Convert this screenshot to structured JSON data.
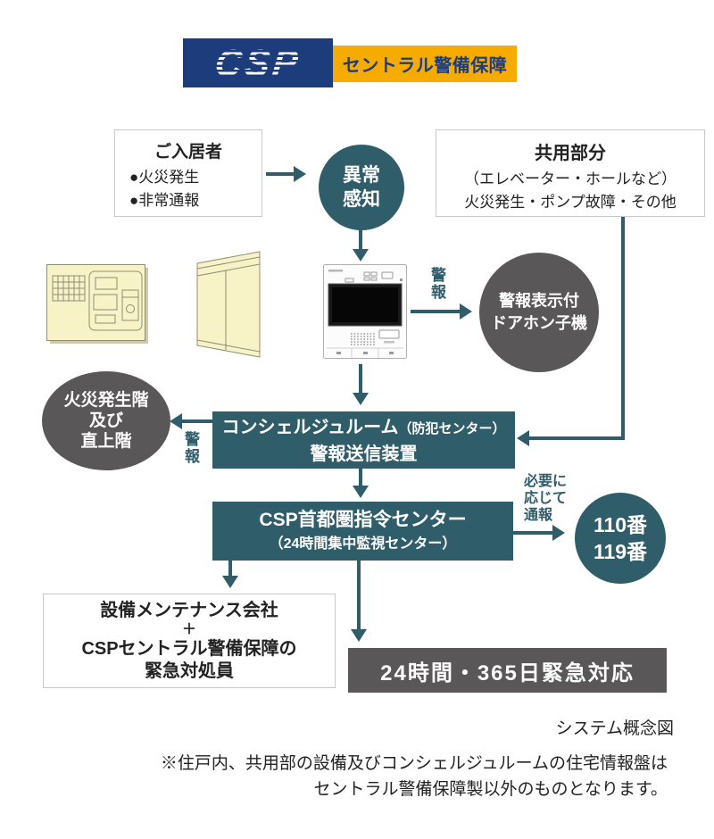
{
  "colors": {
    "teal": "#305d6a",
    "dark_gray": "#595757",
    "logo_navy": "#1d3c7c",
    "logo_yellow": "#f6ab00",
    "panel_yellow": "#f7f3c6"
  },
  "logo": {
    "acronym": "CSP",
    "name": "セントラル警備保障"
  },
  "resident": {
    "title": "ご入居者",
    "items": [
      "●火災発生",
      "●非常通報"
    ]
  },
  "detect": {
    "line1": "異常",
    "line2": "感知"
  },
  "common": {
    "title": "共用部分",
    "line1": "（エレベーター・ホールなど）",
    "line2": "火災発生・ポンプ故障・その他"
  },
  "alarm_doorphone_label": "警報",
  "doorphone": {
    "line1": "警報表示付",
    "line2": "ドアホン子機"
  },
  "fire_floors": {
    "line1": "火災発生階",
    "line2": "及び",
    "line3": "直上階"
  },
  "alarm_floors_label": "警報",
  "concierge": {
    "main": "コンシェルジュルーム",
    "sub": "（防犯センター）",
    "line2": "警報送信装置"
  },
  "command": {
    "line1": "CSP首都圏指令センター",
    "line2": "（24時間集中監視センター）"
  },
  "notify": {
    "line1": "必要に",
    "line2": "応じて",
    "line3": "通報"
  },
  "emergency": {
    "line1": "110番",
    "line2": "119番"
  },
  "maintenance": {
    "line1": "設備メンテナンス会社",
    "line2": "＋",
    "line3": "CSPセントラル警備保障の",
    "line4": "緊急対処員"
  },
  "response": "24時間・365日緊急対応",
  "caption": "システム概念図",
  "note": {
    "line1": "※住戸内、共用部の設備及びコンシェルジュルームの住宅情報盤は",
    "line2": "セントラル警備保障製以外のものとなります。"
  },
  "icons": {
    "security_panel": "security-panel-icon",
    "entrance_panel": "entrance-panel-icon",
    "intercom": "intercom-monitor-icon"
  }
}
